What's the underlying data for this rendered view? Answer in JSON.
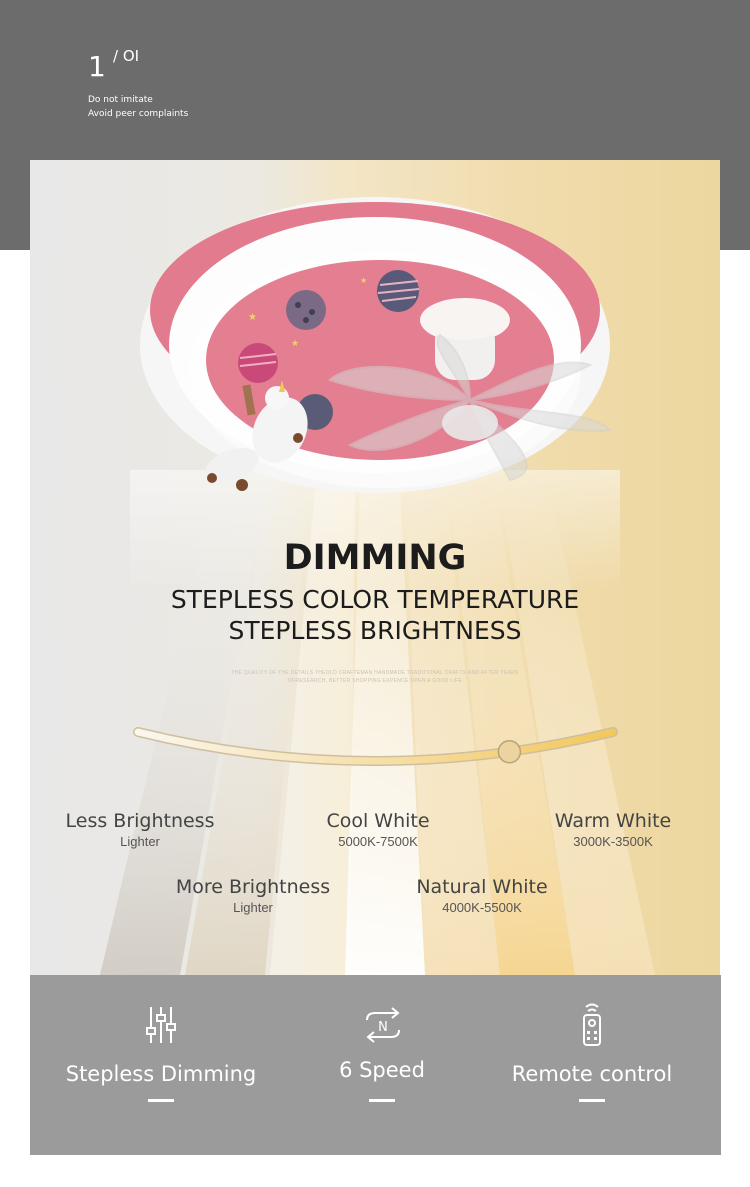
{
  "header": {
    "page_number": "1",
    "page_total": "/ OI",
    "note_line1": "Do not imitate",
    "note_line2": "Avoid peer complaints"
  },
  "hero": {
    "title": "DIMMING",
    "subtitle_line1": "STEPLESS COLOR TEMPERATURE",
    "subtitle_line2": "STEPLESS BRIGHTNESS",
    "fine_print_line1": "THE QUALITY OF THE DETAILS THEOLD CRAFTEMAN HANDMADE TRADITIONAL CRAFTS AND AFTER YEARS",
    "fine_print_line2": "OFRESEARCH, BETTER SHOPPING EXPENCE OPEN A GOOD LIFE",
    "slider_position": 0.78,
    "labels": [
      {
        "main": "Less Brightness",
        "sub": "Lighter"
      },
      {
        "main": "Cool White",
        "sub": "5000K-7500K"
      },
      {
        "main": "Warm White",
        "sub": "3000K-3500K"
      },
      {
        "main": "More Brightness",
        "sub": "Lighter"
      },
      {
        "main": "Natural White",
        "sub": "4000K-5500K"
      }
    ],
    "colors": {
      "fan_ring": "#e47f91",
      "slider_warm": "#f3c85a",
      "slider_cool": "#fbf7ee"
    }
  },
  "features": [
    {
      "icon": "sliders-icon",
      "label": "Stepless Dimming"
    },
    {
      "icon": "cycle-n-icon",
      "label": "6 Speed"
    },
    {
      "icon": "remote-icon",
      "label": "Remote control"
    }
  ]
}
